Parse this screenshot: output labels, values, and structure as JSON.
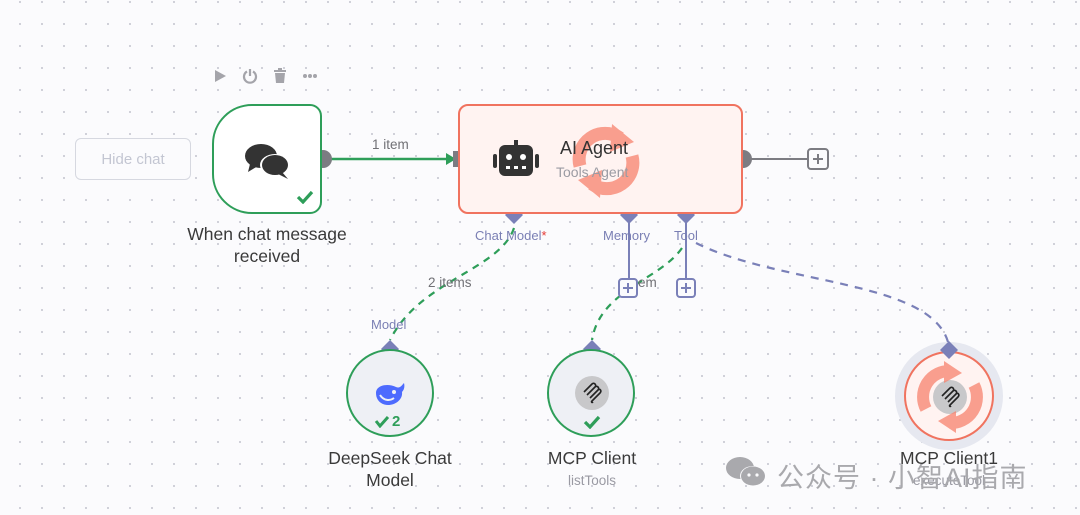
{
  "toolbar": {
    "icons": [
      "play-icon",
      "power-icon",
      "trash-icon",
      "more-icon"
    ]
  },
  "hide_chat_button": {
    "label": "Hide chat"
  },
  "nodes": {
    "trigger": {
      "label": "When chat message received",
      "line1": "When chat message",
      "line2": "received",
      "status": "success",
      "icon": "chat-bubbles-icon"
    },
    "agent": {
      "title": "AI Agent",
      "subtitle": "Tools Agent",
      "status": "running",
      "icon": "robot-icon"
    },
    "deepseek": {
      "label": "DeepSeek Chat Model",
      "line1": "DeepSeek Chat",
      "line2": "Model",
      "status": "success",
      "run_count": "2",
      "icon": "deepseek-whale-icon"
    },
    "mcp_client": {
      "label": "MCP Client",
      "subtitle": "listTools",
      "status": "success",
      "icon": "mcp-icon"
    },
    "mcp_client1": {
      "label": "MCP Client1",
      "subtitle": "executeTool",
      "status": "running",
      "icon": "mcp-icon"
    }
  },
  "connections": {
    "trigger_to_agent": "1 item",
    "model_to_agent": "2 items",
    "tool_to_agent_partial": "em"
  },
  "agent_inputs": {
    "chat_model": "Chat Model",
    "required_marker": "*",
    "memory": "Memory",
    "tool": "Tool"
  },
  "deepseek_output": "Model",
  "colors": {
    "success": "#2e9e59",
    "running": "#f0735f",
    "connector": "#7a80b8",
    "handle": "#7c7c82"
  },
  "watermark": {
    "text": "公众号 · 小智AI指南"
  }
}
